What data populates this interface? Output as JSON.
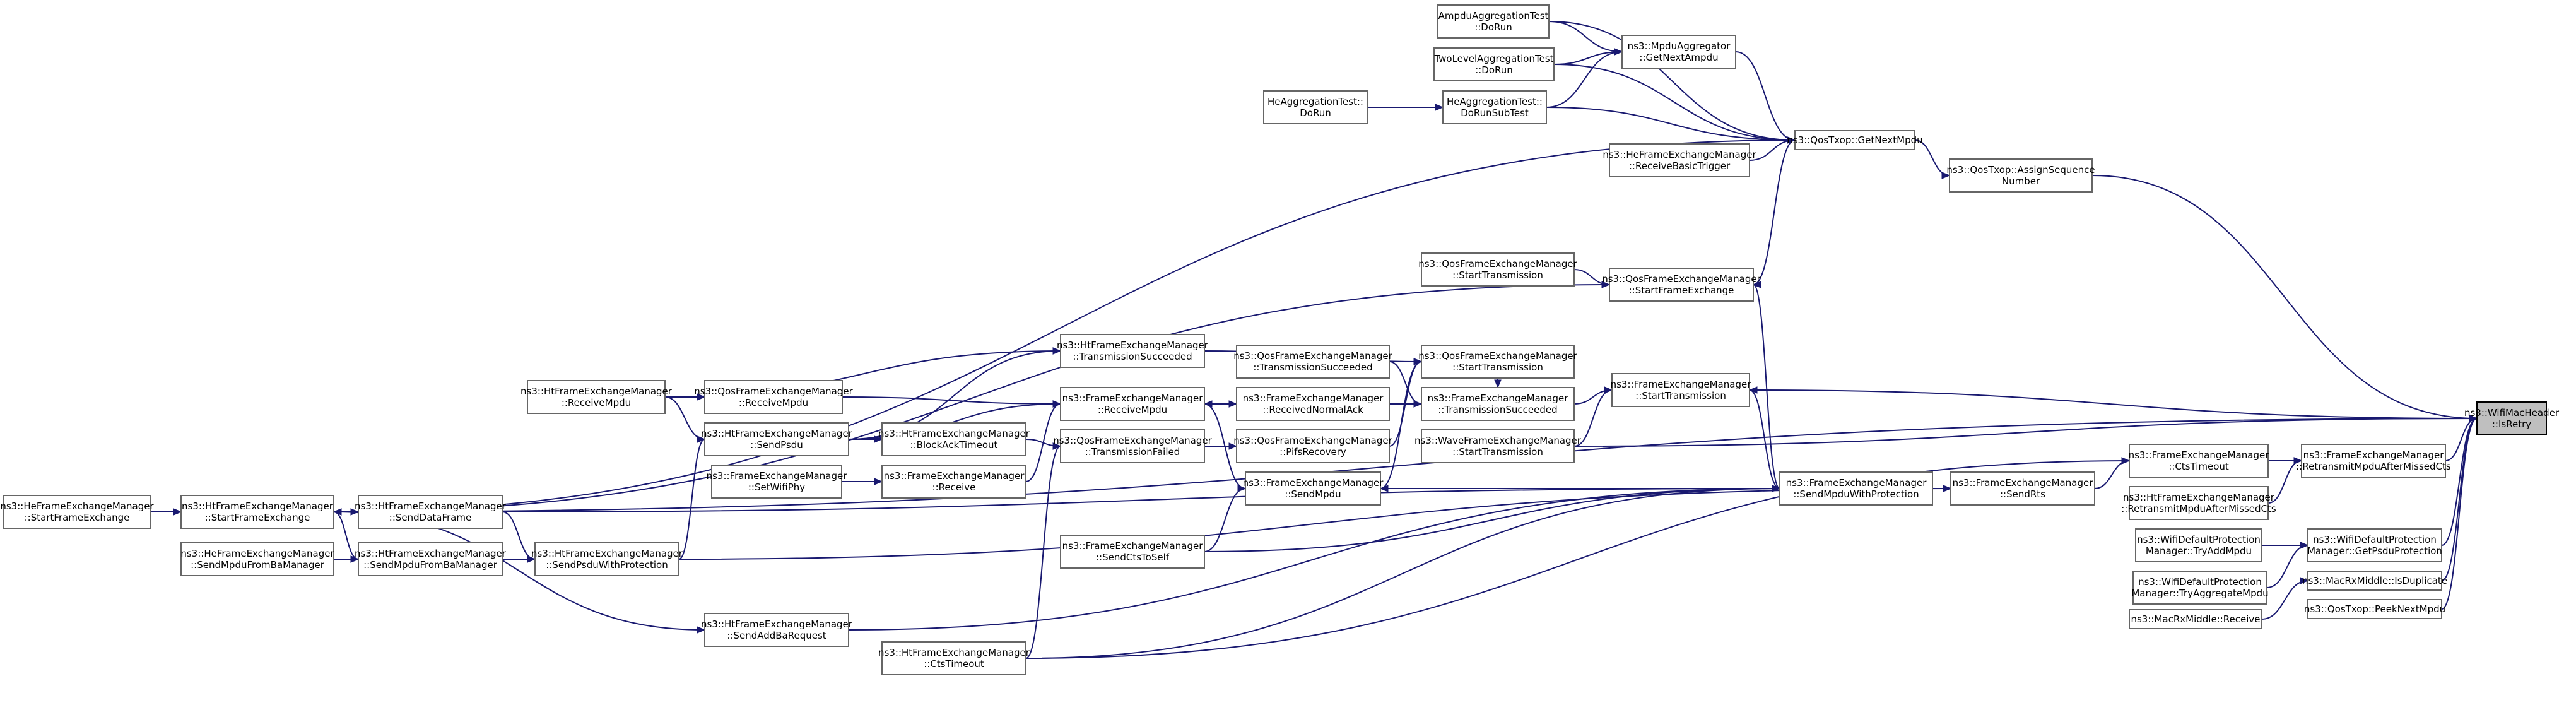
{
  "colors": {
    "edge": "#191970",
    "node_border": "#666666",
    "root_fill": "#bfbfbf"
  },
  "nodes": [
    {
      "id": "n0",
      "lines": [
        "ns3::WifiMacHeader",
        "::IsRetry"
      ],
      "root": true
    },
    {
      "id": "n1",
      "lines": [
        "ns3::QosTxop::AssignSequence",
        "Number"
      ]
    },
    {
      "id": "n2",
      "lines": [
        "ns3::QosTxop::GetNextMpdu"
      ]
    },
    {
      "id": "n3",
      "lines": [
        "ns3::MpduAggregator",
        "::GetNextAmpdu"
      ]
    },
    {
      "id": "n4",
      "lines": [
        "AmpduAggregationTest",
        "::DoRun"
      ]
    },
    {
      "id": "n5",
      "lines": [
        "TwoLevelAggregationTest",
        "::DoRun"
      ]
    },
    {
      "id": "n6",
      "lines": [
        "HeAggregationTest::",
        "DoRunSubTest"
      ]
    },
    {
      "id": "n7",
      "lines": [
        "HeAggregationTest::",
        "DoRun"
      ]
    },
    {
      "id": "n8",
      "lines": [
        "ns3::HeFrameExchangeManager",
        "::ReceiveBasicTrigger"
      ]
    },
    {
      "id": "n9",
      "lines": [
        "ns3::QosFrameExchangeManager",
        "::StartFrameExchange"
      ]
    },
    {
      "id": "n10",
      "lines": [
        "ns3::QosFrameExchangeManager",
        "::StartTransmission"
      ]
    },
    {
      "id": "n11",
      "lines": [
        "ns3::HtFrameExchangeManager",
        "::StartFrameExchange"
      ]
    },
    {
      "id": "n12",
      "lines": [
        "ns3::HeFrameExchangeManager",
        "::StartFrameExchange"
      ]
    },
    {
      "id": "n13",
      "lines": [
        "ns3::HtFrameExchangeManager",
        "::SendDataFrame"
      ]
    },
    {
      "id": "n14",
      "lines": [
        "ns3::FrameExchangeManager",
        "::StartTransmission"
      ]
    },
    {
      "id": "n15",
      "lines": [
        "ns3::QosFrameExchangeManager",
        "::StartTransmission"
      ]
    },
    {
      "id": "n16",
      "lines": [
        "ns3::FrameExchangeManager",
        "::TransmissionSucceeded"
      ]
    },
    {
      "id": "n17",
      "lines": [
        "ns3::QosFrameExchangeManager",
        "::TransmissionSucceeded"
      ]
    },
    {
      "id": "n18",
      "lines": [
        "ns3::HtFrameExchangeManager",
        "::TransmissionSucceeded"
      ]
    },
    {
      "id": "n19",
      "lines": [
        "ns3::HtFrameExchangeManager",
        "::ReceiveMpdu"
      ]
    },
    {
      "id": "n20",
      "lines": [
        "ns3::FrameExchangeManager",
        "::ReceivedNormalAck"
      ]
    },
    {
      "id": "n21",
      "lines": [
        "ns3::FrameExchangeManager",
        "::ReceiveMpdu"
      ]
    },
    {
      "id": "n22",
      "lines": [
        "ns3::QosFrameExchangeManager",
        "::ReceiveMpdu"
      ]
    },
    {
      "id": "n23",
      "lines": [
        "ns3::QosFrameExchangeManager",
        "::PifsRecovery"
      ]
    },
    {
      "id": "n24",
      "lines": [
        "ns3::WaveFrameExchangeManager",
        "::StartTransmission"
      ]
    },
    {
      "id": "n25",
      "lines": [
        "ns3::FrameExchangeManager",
        "::SendMpduWithProtection"
      ]
    },
    {
      "id": "n26",
      "lines": [
        "ns3::FrameExchangeManager",
        "::SendMpdu"
      ]
    },
    {
      "id": "n27",
      "lines": [
        "ns3::QosFrameExchangeManager",
        "::TransmissionFailed"
      ]
    },
    {
      "id": "n28",
      "lines": [
        "ns3::HtFrameExchangeManager",
        "::BlockAckTimeout"
      ]
    },
    {
      "id": "n29",
      "lines": [
        "ns3::HtFrameExchangeManager",
        "::SendPsdu"
      ]
    },
    {
      "id": "n30",
      "lines": [
        "ns3::FrameExchangeManager",
        "::Receive"
      ]
    },
    {
      "id": "n31",
      "lines": [
        "ns3::FrameExchangeManager",
        "::SetWifiPhy"
      ]
    },
    {
      "id": "n32",
      "lines": [
        "ns3::FrameExchangeManager",
        "::SendRts"
      ]
    },
    {
      "id": "n33",
      "lines": [
        "ns3::FrameExchangeManager",
        "::SendCtsToSelf"
      ]
    },
    {
      "id": "n34",
      "lines": [
        "ns3::HtFrameExchangeManager",
        "::SendPsduWithProtection"
      ]
    },
    {
      "id": "n35",
      "lines": [
        "ns3::HtFrameExchangeManager",
        "::SendMpduFromBaManager"
      ]
    },
    {
      "id": "n36",
      "lines": [
        "ns3::HeFrameExchangeManager",
        "::SendMpduFromBaManager"
      ]
    },
    {
      "id": "n37",
      "lines": [
        "ns3::HtFrameExchangeManager",
        "::SendAddBaRequest"
      ]
    },
    {
      "id": "n38",
      "lines": [
        "ns3::HtFrameExchangeManager",
        "::CtsTimeout"
      ]
    },
    {
      "id": "n39",
      "lines": [
        "ns3::FrameExchangeManager",
        "::CtsTimeout"
      ]
    },
    {
      "id": "n40",
      "lines": [
        "ns3::FrameExchangeManager",
        "::RetransmitMpduAfterMissedCts"
      ]
    },
    {
      "id": "n41",
      "lines": [
        "ns3::HtFrameExchangeManager",
        "::RetransmitMpduAfterMissedCts"
      ]
    },
    {
      "id": "n42",
      "lines": [
        "ns3::WifiDefaultProtection",
        "Manager::GetPsduProtection"
      ]
    },
    {
      "id": "n43",
      "lines": [
        "ns3::WifiDefaultProtection",
        "Manager::TryAddMpdu"
      ]
    },
    {
      "id": "n44",
      "lines": [
        "ns3::WifiDefaultProtection",
        "Manager::TryAggregateMpdu"
      ]
    },
    {
      "id": "n45",
      "lines": [
        "ns3::MacRxMiddle::IsDuplicate"
      ]
    },
    {
      "id": "n46",
      "lines": [
        "ns3::MacRxMiddle::Receive"
      ]
    },
    {
      "id": "n47",
      "lines": [
        "ns3::QosTxop::PeekNextMpdu"
      ]
    }
  ],
  "edges": [
    [
      "n1",
      "n0"
    ],
    [
      "n2",
      "n1"
    ],
    [
      "n3",
      "n2"
    ],
    [
      "n4",
      "n3"
    ],
    [
      "n5",
      "n3"
    ],
    [
      "n6",
      "n3"
    ],
    [
      "n4",
      "n2"
    ],
    [
      "n5",
      "n2"
    ],
    [
      "n6",
      "n2"
    ],
    [
      "n7",
      "n6"
    ],
    [
      "n8",
      "n2"
    ],
    [
      "n9",
      "n2"
    ],
    [
      "n11",
      "n2"
    ],
    [
      "n10",
      "n9"
    ],
    [
      "n9",
      "n11"
    ],
    [
      "n12",
      "n11"
    ],
    [
      "n13",
      "n11"
    ],
    [
      "n11",
      "n0"
    ],
    [
      "n14",
      "n0"
    ],
    [
      "n24",
      "n0"
    ],
    [
      "n40",
      "n0"
    ],
    [
      "n42",
      "n0"
    ],
    [
      "n45",
      "n0"
    ],
    [
      "n47",
      "n0"
    ],
    [
      "n39",
      "n40"
    ],
    [
      "n41",
      "n40"
    ],
    [
      "n43",
      "n42"
    ],
    [
      "n44",
      "n42"
    ],
    [
      "n46",
      "n45"
    ],
    [
      "n32",
      "n39"
    ],
    [
      "n38",
      "n39"
    ],
    [
      "n25",
      "n32"
    ],
    [
      "n34",
      "n32"
    ],
    [
      "n16",
      "n14"
    ],
    [
      "n24",
      "n14"
    ],
    [
      "n25",
      "n14"
    ],
    [
      "n25",
      "n9"
    ],
    [
      "n15",
      "n16"
    ],
    [
      "n17",
      "n16"
    ],
    [
      "n18",
      "n15"
    ],
    [
      "n17",
      "n15"
    ],
    [
      "n23",
      "n15"
    ],
    [
      "n26",
      "n15"
    ],
    [
      "n20",
      "n16"
    ],
    [
      "n19",
      "n18"
    ],
    [
      "n29",
      "n18"
    ],
    [
      "n21",
      "n20"
    ],
    [
      "n22",
      "n21"
    ],
    [
      "n19",
      "n22"
    ],
    [
      "n29",
      "n21"
    ],
    [
      "n27",
      "n23"
    ],
    [
      "n28",
      "n27"
    ],
    [
      "n38",
      "n27"
    ],
    [
      "n31",
      "n30"
    ],
    [
      "n30",
      "n21"
    ],
    [
      "n26",
      "n21"
    ],
    [
      "n25",
      "n26"
    ],
    [
      "n33",
      "n26"
    ],
    [
      "n29",
      "n28"
    ],
    [
      "n19",
      "n29"
    ],
    [
      "n34",
      "n29"
    ],
    [
      "n13",
      "n25"
    ],
    [
      "n33",
      "n25"
    ],
    [
      "n37",
      "n25"
    ],
    [
      "n38",
      "n25"
    ],
    [
      "n35",
      "n34"
    ],
    [
      "n13",
      "n34"
    ],
    [
      "n36",
      "n35"
    ],
    [
      "n11",
      "n35"
    ],
    [
      "n11",
      "n13"
    ],
    [
      "n11",
      "n37"
    ],
    [
      "n12",
      "n11"
    ]
  ]
}
